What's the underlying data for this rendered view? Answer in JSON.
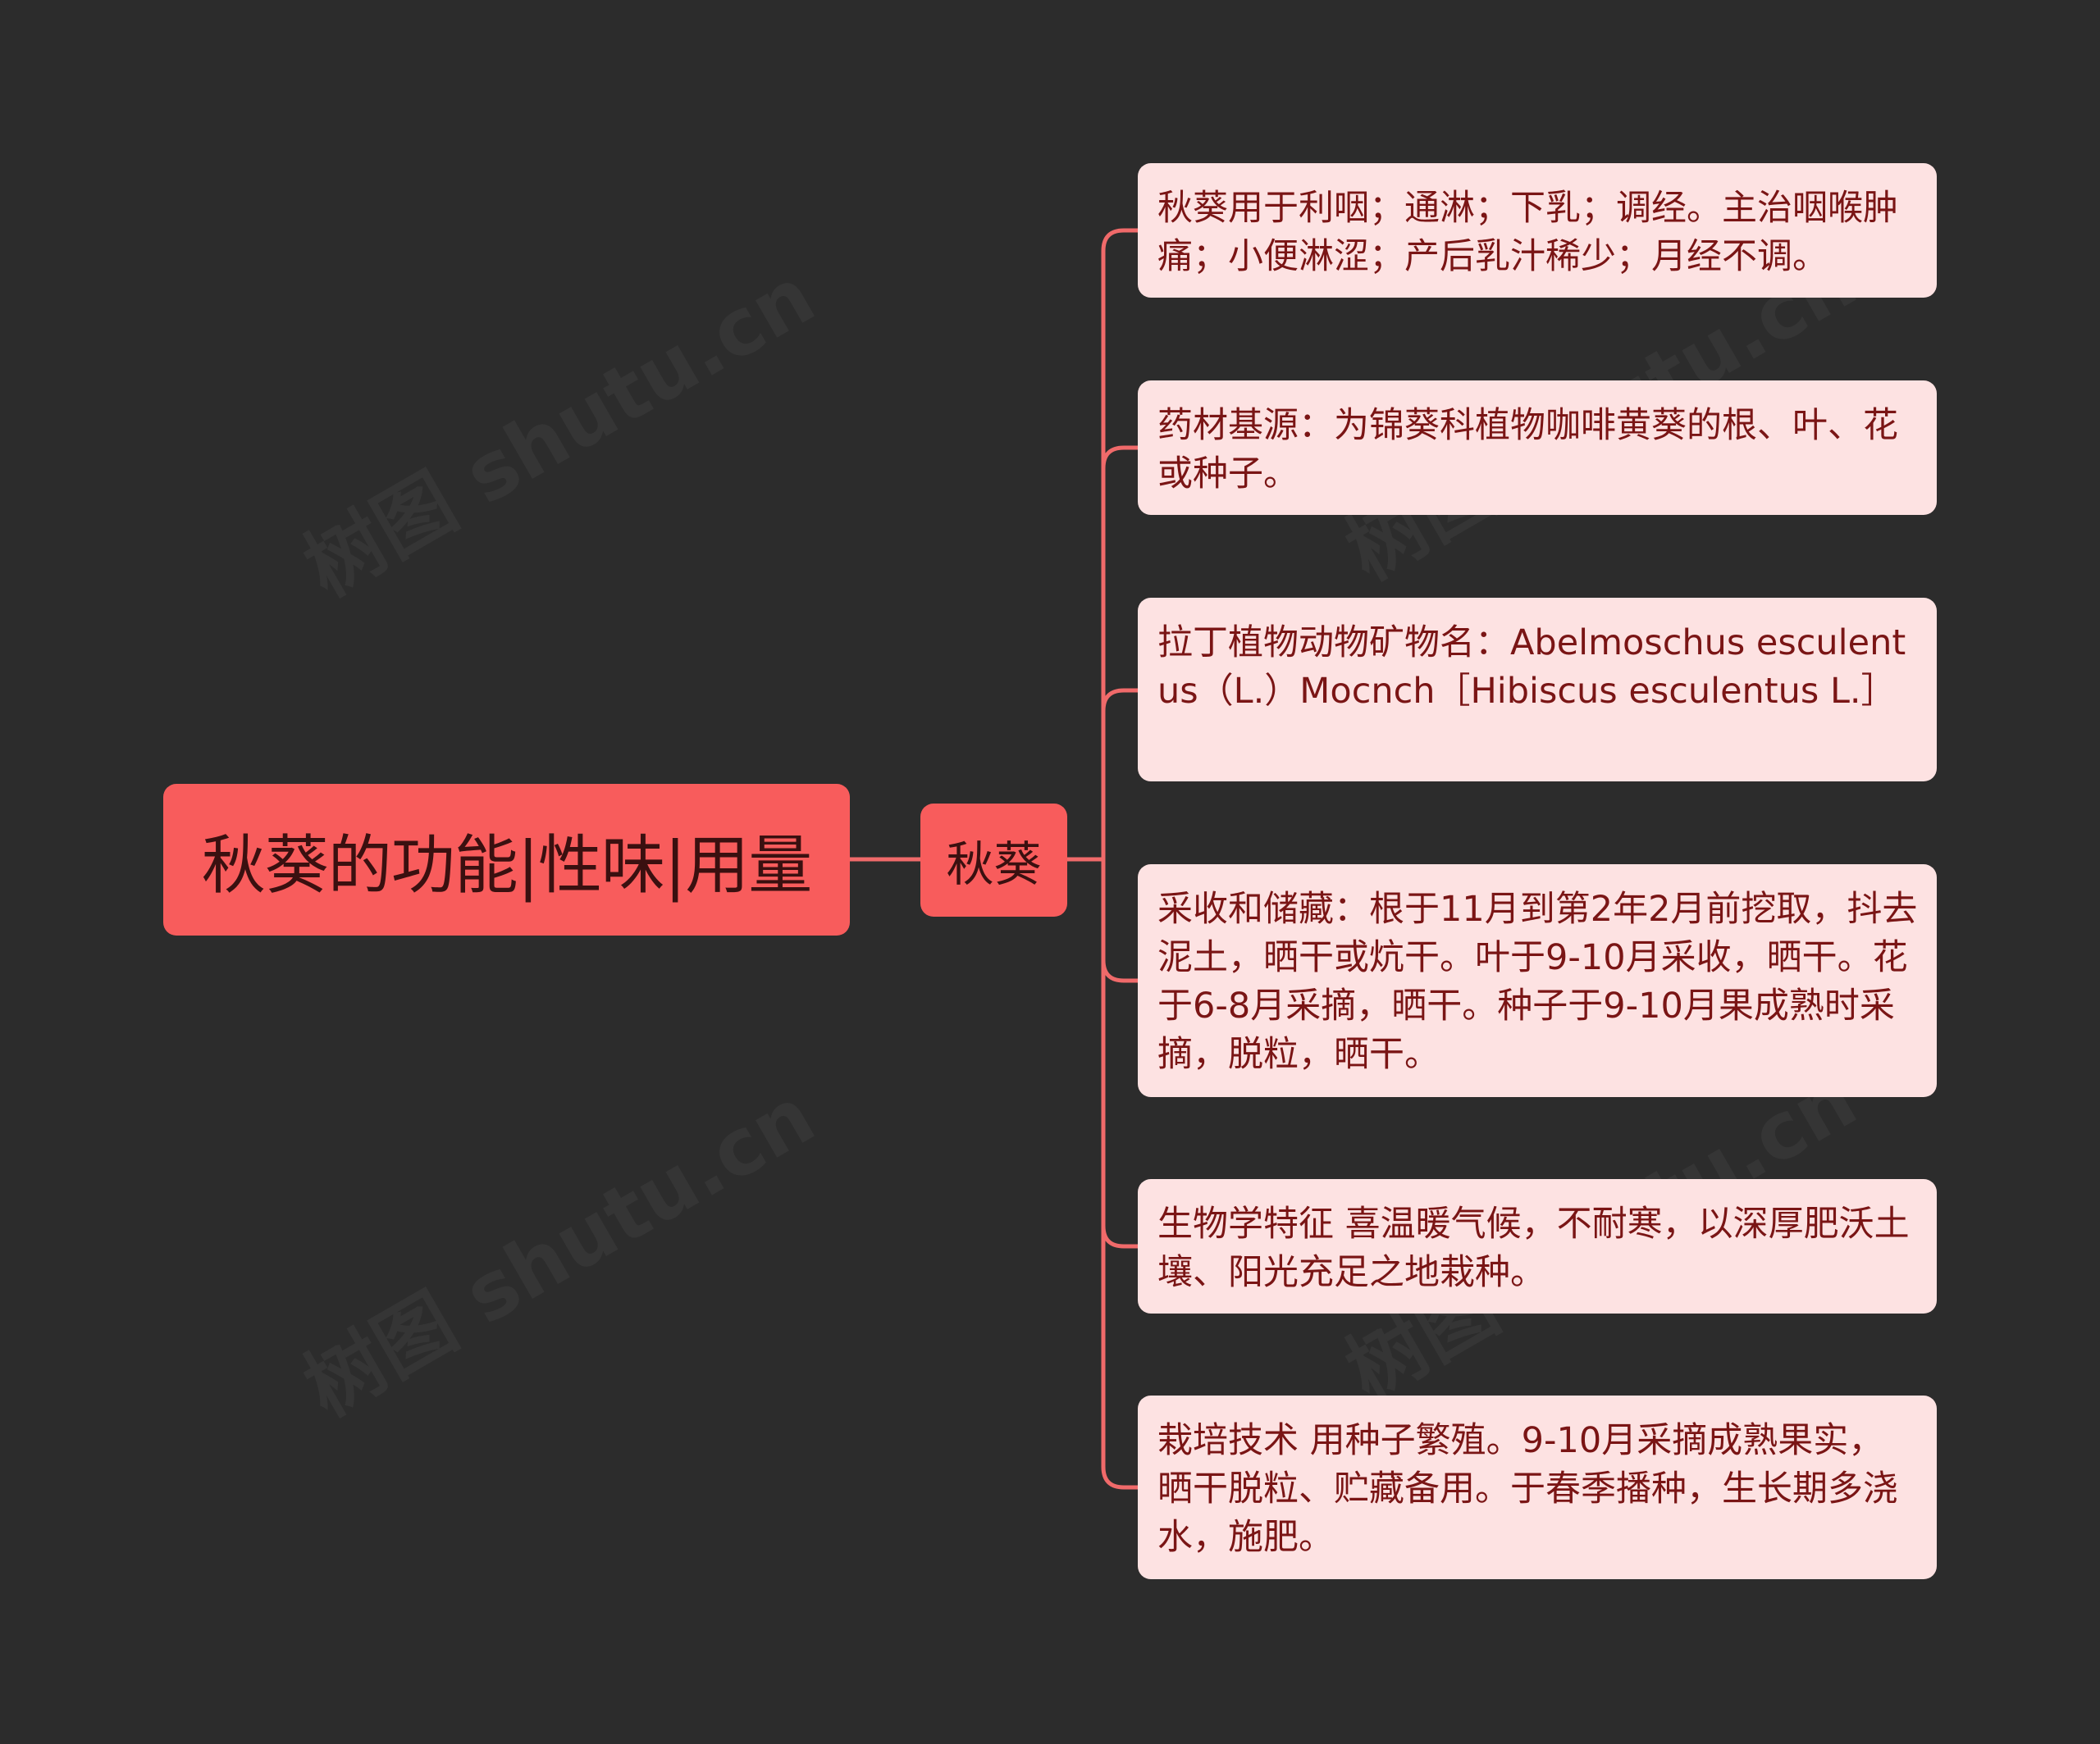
{
  "watermark_text": "树图 shutu.cn",
  "colors": {
    "background": "#2c2c2c",
    "accent": "#f85c5c",
    "leaf_bg": "#fde2e2",
    "leaf_text": "#7a1515",
    "link": "#f06a6a"
  },
  "root": {
    "label": "秋葵的功能|性味|用量"
  },
  "center": {
    "label": "秋葵"
  },
  "branches": [
    {
      "text": "秋葵用于利咽；通淋；下乳；调经。主治咽喉肿痛；小便淋涩；产后乳汁稀少；月经不调。"
    },
    {
      "text": "药材基源：为锦葵科植物咖啡黄葵的根、叶、花或种子。"
    },
    {
      "text": "拉丁植物动物矿物名：Abelmoschus esculentus（L.）Mocnch［Hibiscus esculentus L.］"
    },
    {
      "text": "采收和储藏：根于11月到第2年2月前挖取，抖去泥土，晒干或炕干。叶于9-10月采收，晒干。花于6-8月采摘，晒干。种子于9-10月果成熟时采摘，脱粒，晒干。"
    },
    {
      "text": "生物学特征 喜温暖气候，不耐寒，以深厚肥沃土壤、阳光充足之地栽种。"
    },
    {
      "text": "栽培技术 用种子繁殖。9-10月采摘成熟果实，晒干脱粒、贮藏备用。于春季播种，生长期多浇水，施肥。"
    }
  ]
}
